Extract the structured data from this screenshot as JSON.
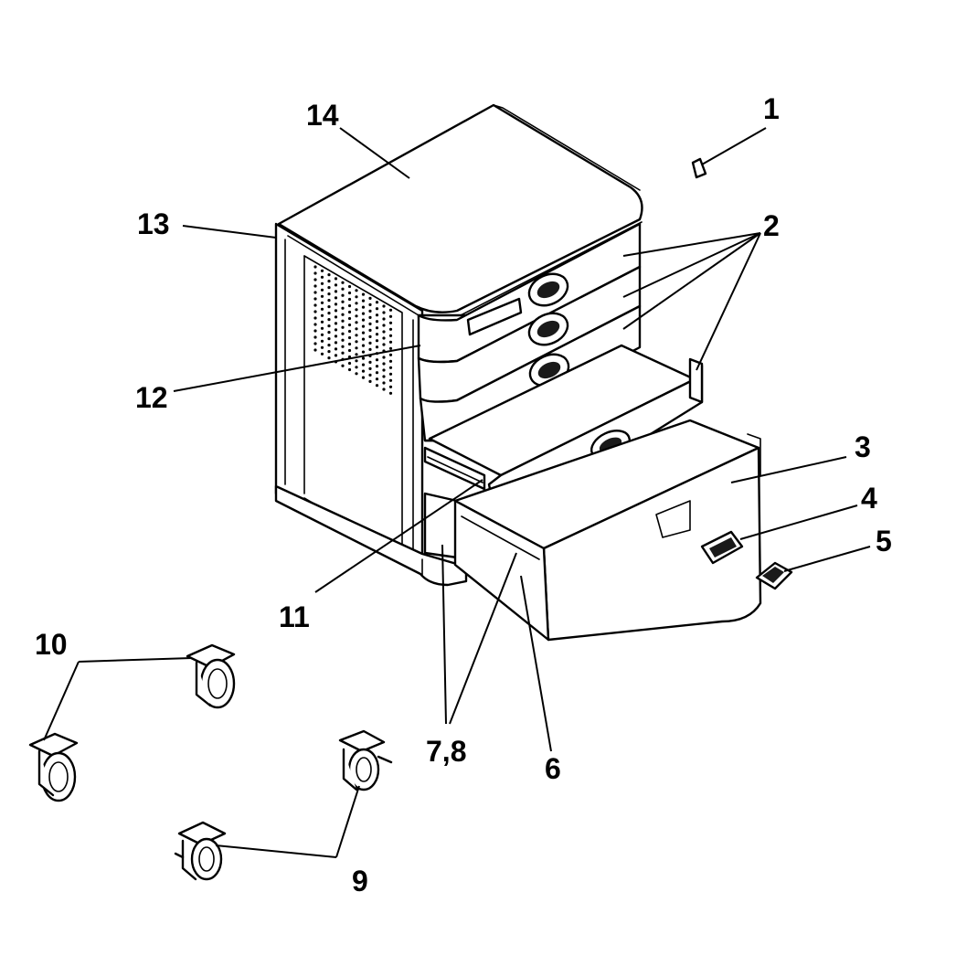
{
  "callouts": {
    "c1": "1",
    "c2": "2",
    "c3": "3",
    "c4": "4",
    "c5": "5",
    "c6": "6",
    "c78": "7,8",
    "c9": "9",
    "c10": "10",
    "c11": "11",
    "c12": "12",
    "c13": "13",
    "c14": "14"
  },
  "colors": {
    "ink": "#000000",
    "paper": "#ffffff",
    "shade": "#e6e6e6"
  }
}
